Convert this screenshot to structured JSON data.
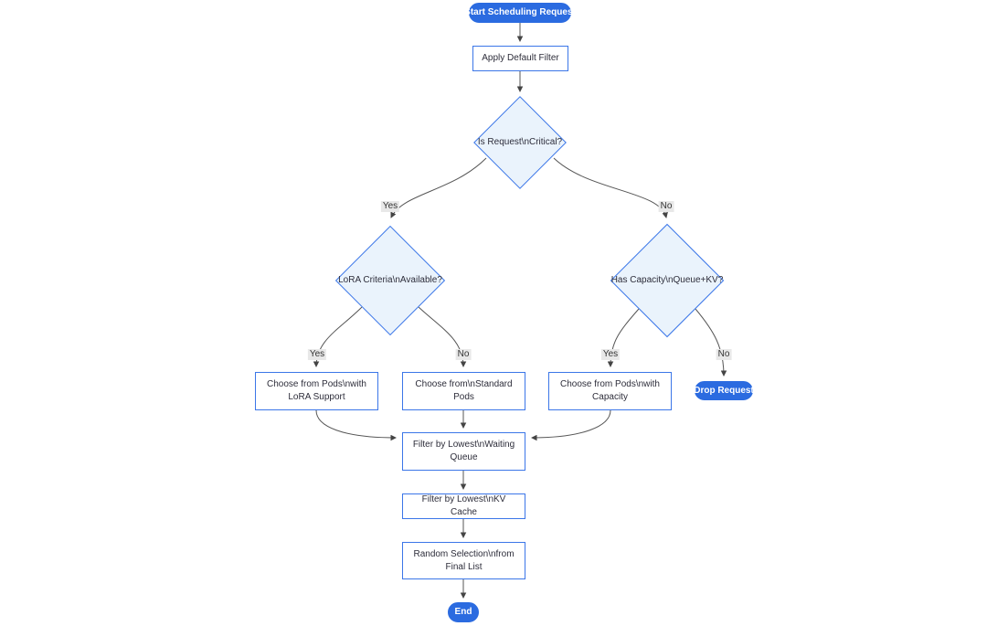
{
  "colors": {
    "accent": "#2b6be0",
    "node_border": "#3b76e8",
    "decision_fill": "#eaf3fc",
    "node_fill": "#ffffff",
    "line_color": "#555555",
    "label_bg": "#e8e8e8",
    "text_color": "#2d2d3a",
    "canvas_bg": "#ffffff"
  },
  "diagram": {
    "type": "flowchart",
    "nodes": {
      "start": "Start Scheduling Request",
      "apply_filter": "Apply Default Filter",
      "is_critical": "Is Request\\nCritical?",
      "lora_criteria": "LoRA Criteria\\nAvailable?",
      "has_capacity": "Has Capacity\\nQueue+KV?",
      "pods_lora": "Choose from Pods\\nwith LoRA Support",
      "pods_standard": "Choose from\\nStandard Pods",
      "pods_capacity": "Choose from Pods\\nwith Capacity",
      "drop_request": "Drop Request",
      "filter_queue": "Filter by Lowest\\nWaiting Queue",
      "filter_kv": "Filter by Lowest\\nKV Cache",
      "random_selection": "Random Selection\\nfrom Final List",
      "end": "End"
    },
    "edge_labels": {
      "yes": "Yes",
      "no": "No"
    }
  }
}
